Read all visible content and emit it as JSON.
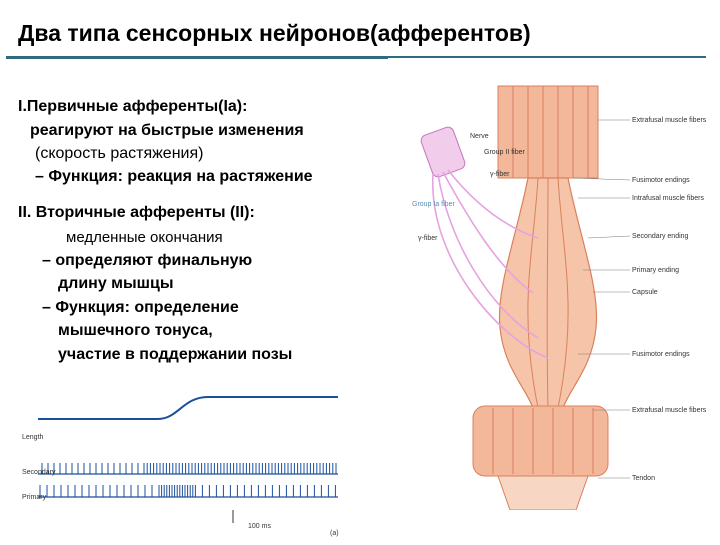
{
  "title": "Два типа сенсорных нейронов(афферентов)",
  "primary": {
    "heading": "I.Первичные афференты(Ia):",
    "line1": "реагируют на быстрые изменения",
    "line2": "(скорость растяжения)",
    "line3": "– Функция: реакция на растяжение"
  },
  "secondary": {
    "heading": "II. Вторичные афференты (II):",
    "line1": "медленные окончания",
    "line2": "– определяют финальную",
    "line3": "длину мышцы",
    "line4": "– Функция: определение",
    "line5": "мышечного тонуса,",
    "line6": "участие в поддержании позы"
  },
  "diagram_labels": {
    "nerve": "Nerve",
    "group_ii": "Group II fiber",
    "gamma1": "γ-fiber",
    "group_ia": "Group Ia fiber",
    "gamma2": "γ-fiber",
    "extrafusal_top": "Extrafusal muscle fibers",
    "fusimotor_top": "Fusimotor endings",
    "intrafusal": "Intrafusal muscle fibers",
    "secondary_ending": "Secondary ending",
    "primary_ending": "Primary ending",
    "capsule": "Capsule",
    "fusimotor_bottom": "Fusimotor endings",
    "extrafusal_bottom": "Extrafusal muscle fibers",
    "tendon": "Tendon"
  },
  "trace_labels": {
    "length": "Length",
    "secondary": "Secondary",
    "primary": "Primary",
    "scale": "100 ms",
    "panel": "(a)"
  },
  "colors": {
    "muscle": "#F3B79A",
    "muscle_dark": "#D9805E",
    "nerve": "#E7A2E0",
    "accent": "#2f6a80"
  }
}
